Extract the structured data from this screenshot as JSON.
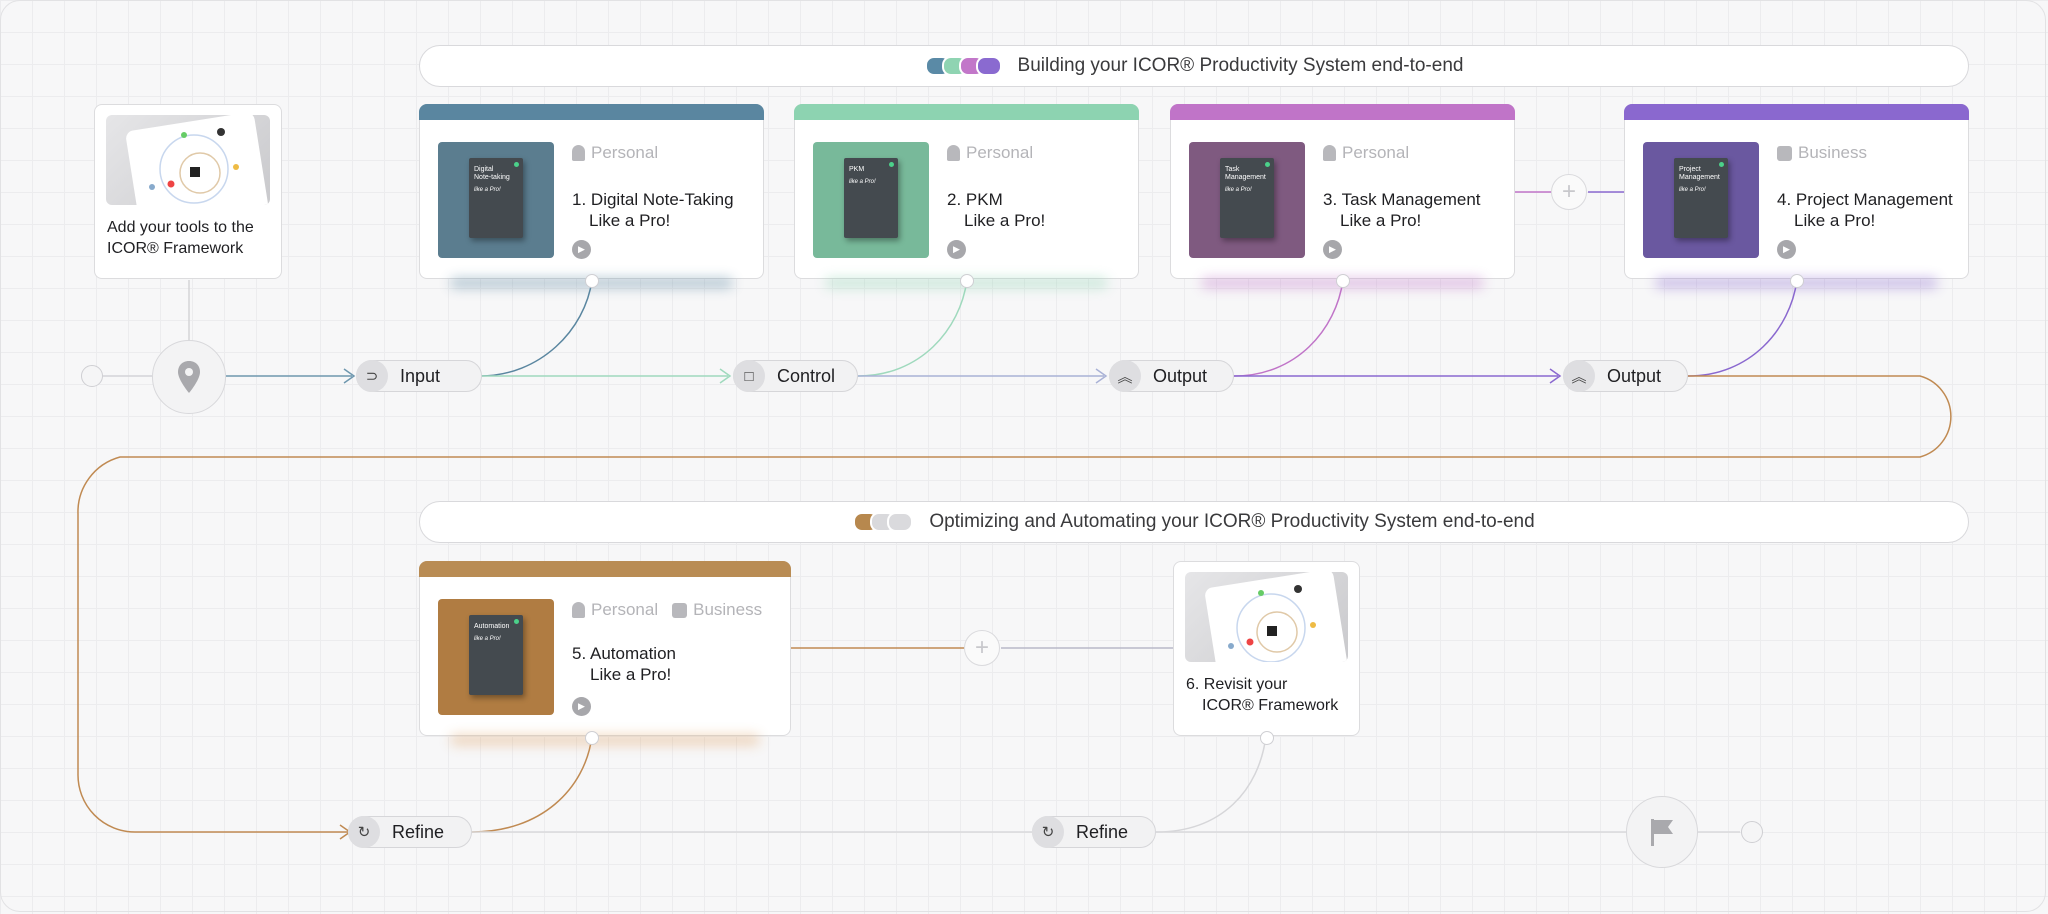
{
  "banners": {
    "top": {
      "text": "Building your ICOR® Productivity System end-to-end",
      "dots": [
        "#5a8aa6",
        "#8fd4b2",
        "#c277c9",
        "#8a6ad0"
      ]
    },
    "bottom": {
      "text": "Optimizing and Automating your ICOR® Productivity System end-to-end",
      "dots": [
        "#b7884e",
        "#d6d6d9",
        "#dadadd"
      ]
    }
  },
  "start_card": {
    "label_1": "Add your tools to the",
    "label_2": "ICOR® Framework"
  },
  "courses": [
    {
      "tags": [
        "Personal"
      ],
      "number": "1.",
      "title": "Digital Note-Taking",
      "subtitle": "Like a Pro!",
      "cover_title_1": "Digital",
      "cover_title_2": "Note-taking",
      "signature": "like a Pro!",
      "color": "#5a86a0"
    },
    {
      "tags": [
        "Personal"
      ],
      "number": "2.",
      "title": "PKM",
      "subtitle": "Like a Pro!",
      "cover_title_1": "PKM",
      "cover_title_2": "",
      "signature": "like a Pro!",
      "color": "#8dd3b1"
    },
    {
      "tags": [
        "Personal"
      ],
      "number": "3.",
      "title": "Task Management",
      "subtitle": "Like a Pro!",
      "cover_title_1": "Task",
      "cover_title_2": "Management",
      "signature": "like a Pro!",
      "color": "#c074c8"
    },
    {
      "tags": [
        "Business"
      ],
      "number": "4.",
      "title": "Project Management",
      "subtitle": "Like a Pro!",
      "cover_title_1": "Project",
      "cover_title_2": "Management",
      "signature": "like a Pro!",
      "color": "#8a68cf"
    },
    {
      "tags": [
        "Personal",
        "Business"
      ],
      "number": "5.",
      "title": "Automation",
      "subtitle": "Like a Pro!",
      "cover_title_1": "Automation",
      "cover_title_2": "",
      "signature": "like a Pro!",
      "color": "#b98c54"
    }
  ],
  "revisit_card": {
    "label_1": "6. Revisit your",
    "label_2": "ICOR® Framework"
  },
  "pills": {
    "input": "Input",
    "control": "Control",
    "output_1": "Output",
    "output_2": "Output",
    "refine_1": "Refine",
    "refine_2": "Refine"
  },
  "icons": {
    "start": "location-pin-icon",
    "finish": "flag-icon",
    "input": "input-arrow-icon",
    "control": "square-icon",
    "output": "double-chevron-up-icon",
    "refine": "refresh-icon",
    "add": "plus-icon",
    "play": "play-icon"
  }
}
